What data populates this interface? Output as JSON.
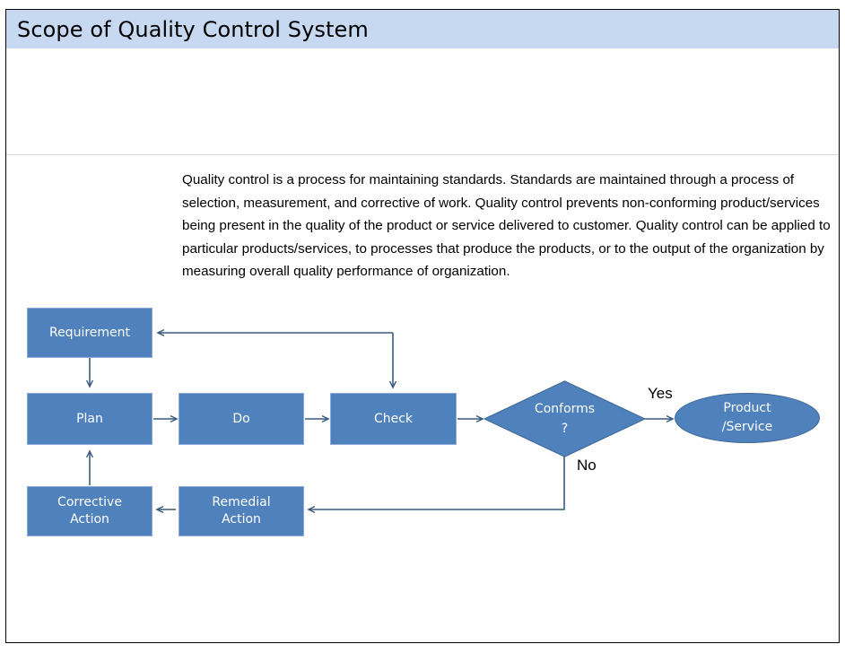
{
  "slide": {
    "title": "Scope of Quality Control System",
    "title_bar_color": "#C6D9F1",
    "accent_color": "#4F81BD",
    "body_text": "Quality control  is a process for maintaining standards.  Standards  are maintained through a process of selection, measurement, and corrective of work. Quality control prevents non-conforming product/services being present in the quality of the product or service delivered to customer.  Quality control can be applied to particular products/services, to processes that produce the products, or to the output of the organization by measuring overall quality performance of organization."
  },
  "flowchart": {
    "nodes": {
      "requirement": "Requirement",
      "plan": "Plan",
      "do": "Do",
      "check": "Check",
      "conforms": "Conforms\n?",
      "product_service": "Product\n/Service",
      "corrective_action": "Corrective\nAction",
      "remedial_action": "Remedial\nAction"
    },
    "branch_labels": {
      "yes": "Yes",
      "no": "No"
    }
  }
}
